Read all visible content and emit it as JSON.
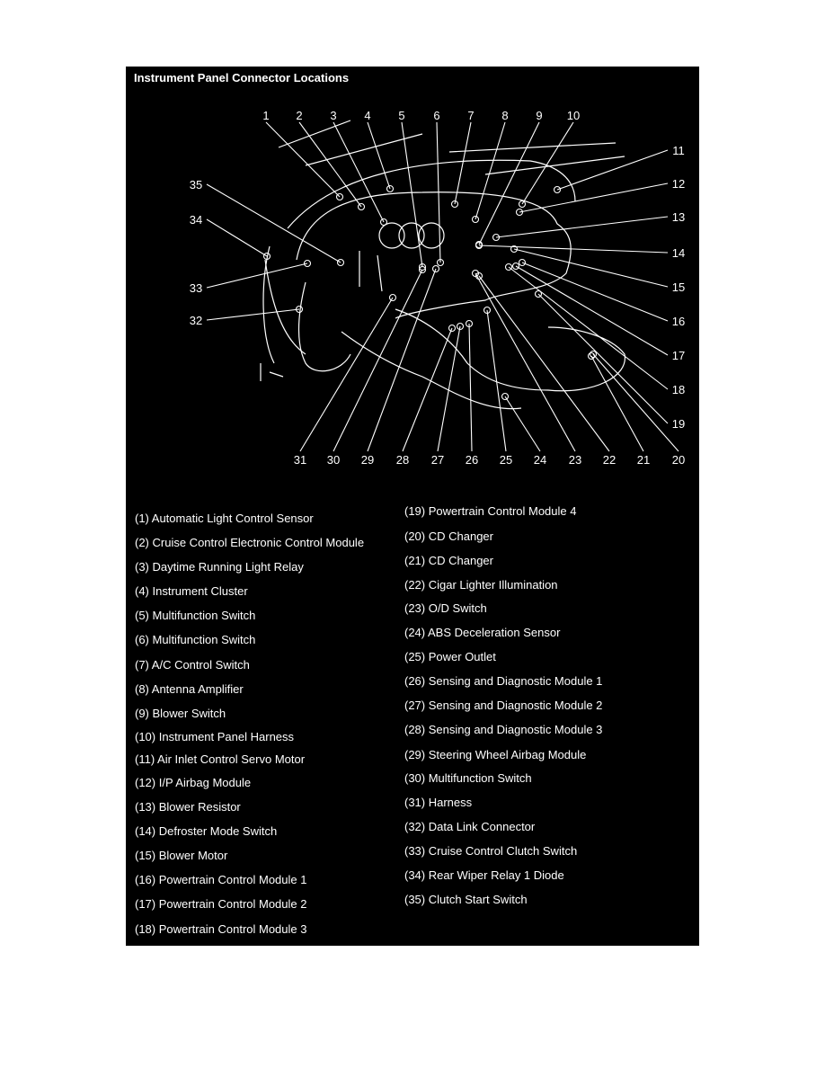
{
  "title": "Instrument Panel Connector Locations",
  "callouts": [
    "1",
    "2",
    "3",
    "4",
    "5",
    "6",
    "7",
    "8",
    "9",
    "10",
    "11",
    "12",
    "13",
    "14",
    "15",
    "16",
    "17",
    "18",
    "19",
    "20",
    "21",
    "22",
    "23",
    "24",
    "25",
    "26",
    "27",
    "28",
    "29",
    "30",
    "31",
    "32",
    "33",
    "34",
    "35"
  ],
  "legend_left": [
    "(1) Automatic Light Control Sensor",
    "(2) Cruise Control Electronic Control Module",
    "(3) Daytime Running Light Relay",
    "(4) Instrument Cluster",
    "(5) Multifunction Switch",
    "(6) Multifunction Switch",
    "(7) A/C Control Switch",
    "(8) Antenna Amplifier",
    "(9) Blower Switch",
    "(10) Instrument Panel Harness",
    "(11) Air Inlet Control Servo Motor",
    "(12) I/P Airbag Module",
    "(13) Blower Resistor",
    "(14) Defroster Mode Switch",
    "(15) Blower Motor",
    "(16) Powertrain Control Module 1",
    "(17) Powertrain Control Module 2",
    "(18) Powertrain Control Module 3"
  ],
  "legend_right": [
    "(19) Powertrain Control Module 4",
    "(20) CD Changer",
    "(21) CD Changer",
    "(22) Cigar Lighter Illumination",
    "(23) O/D Switch",
    "(24) ABS Deceleration Sensor",
    "(25) Power Outlet",
    "(26) Sensing and Diagnostic Module 1",
    "(27) Sensing and Diagnostic Module 2",
    "(28) Sensing and Diagnostic Module 3",
    "(29) Steering Wheel Airbag Module",
    "(30) Multifunction Switch",
    "(31) Harness",
    "(32) Data Link Connector",
    "(33) Cruise Control Clutch Switch",
    "(34) Rear Wiper Relay 1 Diode",
    "(35) Clutch Start Switch"
  ]
}
